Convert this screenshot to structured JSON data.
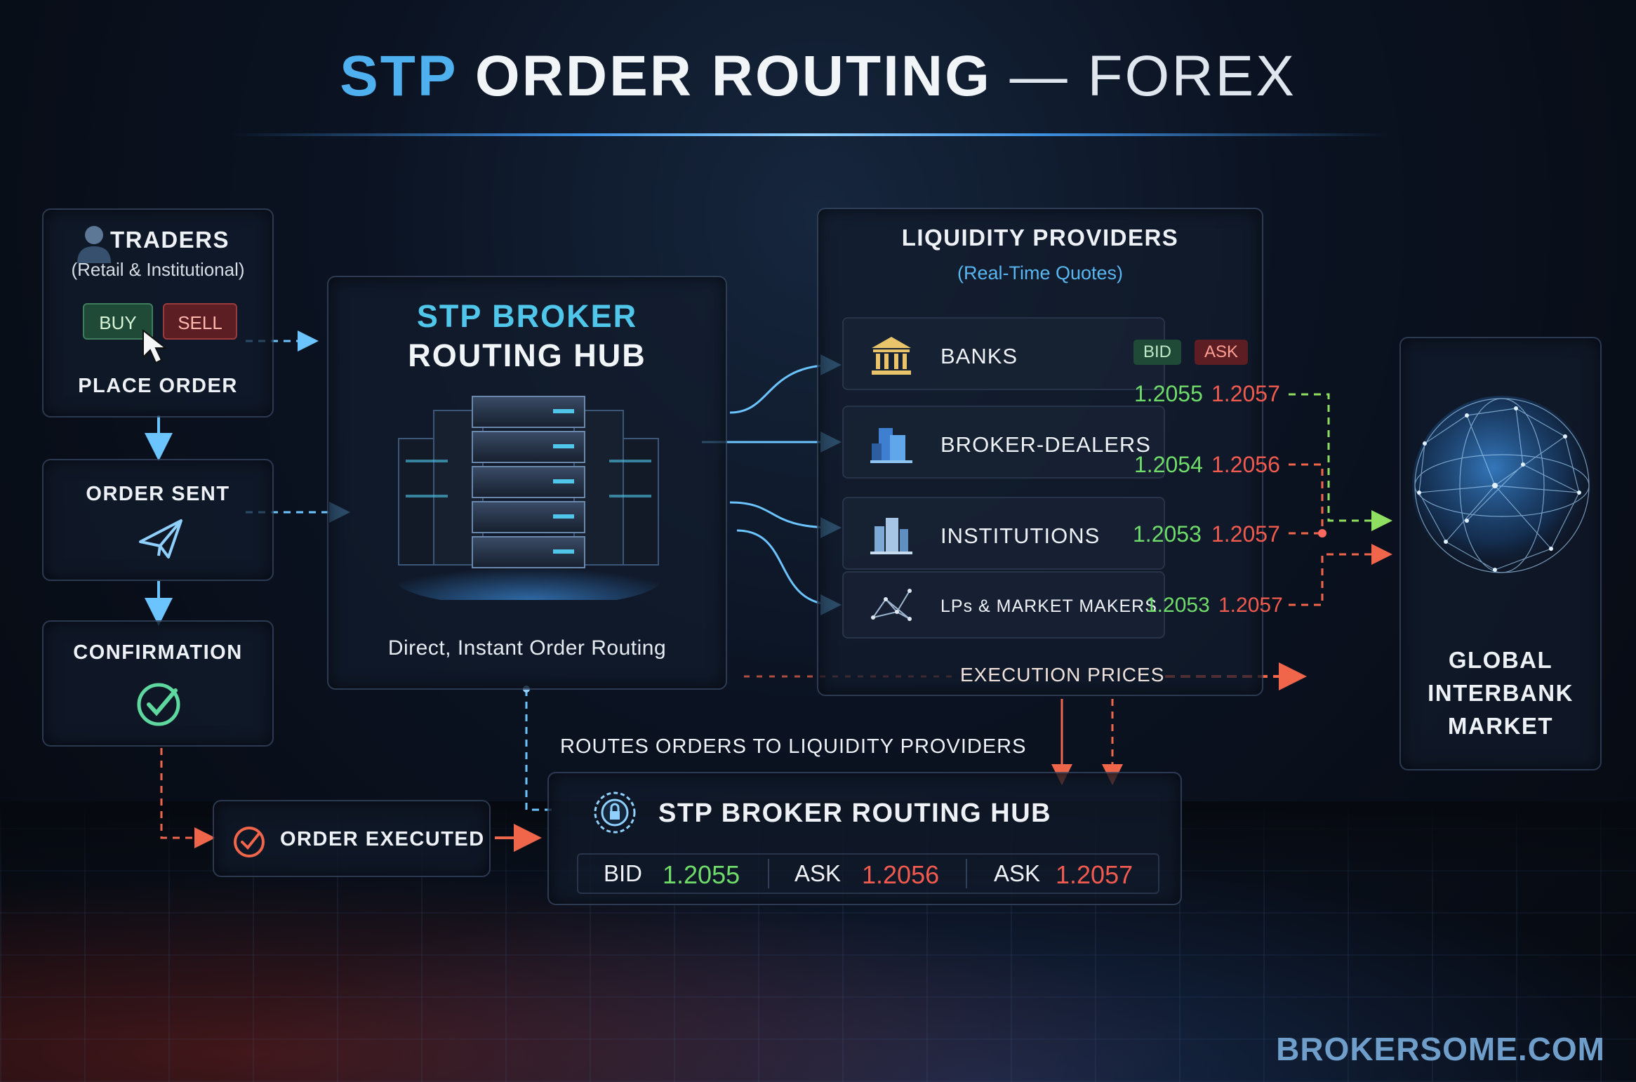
{
  "title": {
    "stp": "STP",
    "main": "ORDER ROUTING",
    "dash": "—",
    "forex": "FOREX"
  },
  "traders": {
    "heading": "TRADERS",
    "subheading": "(Retail & Institutional)",
    "buy_label": "BUY",
    "sell_label": "SELL",
    "place_order": "PLACE ORDER"
  },
  "order_sent": {
    "label": "ORDER SENT"
  },
  "confirmation": {
    "label": "CONFIRMATION"
  },
  "order_executed": {
    "label": "ORDER EXECUTED"
  },
  "hub": {
    "title_line1": "STP BROKER",
    "title_line2": "ROUTING HUB",
    "caption": "Direct, Instant Order Routing"
  },
  "liquidity": {
    "heading": "LIQUIDITY PROVIDERS",
    "subheading": "(Real-Time Quotes)",
    "bid_label": "BID",
    "ask_label": "ASK",
    "providers": [
      {
        "name": "BANKS",
        "bid": "1.2055",
        "ask": "1.2057",
        "icon": "bank-icon"
      },
      {
        "name": "BROKER-DEALERS",
        "bid": "1.2054",
        "ask": "1.2056",
        "icon": "buildings-icon"
      },
      {
        "name": "INSTITUTIONS",
        "bid": "1.2053",
        "ask": "1.2057",
        "icon": "office-tower-icon"
      },
      {
        "name": "LPs & MARKET MAKERS",
        "bid": "1.2053",
        "ask": "1.2057",
        "icon": "network-icon"
      }
    ]
  },
  "execution_prices": {
    "label": "EXECUTION PRICES"
  },
  "routes_label": "ROUTES ORDERS TO LIQUIDITY PROVIDERS",
  "bottom_hub": {
    "title": "STP BROKER ROUTING HUB",
    "quotes": [
      {
        "label": "BID",
        "value": "1.2055",
        "color": "green"
      },
      {
        "label": "ASK",
        "value": "1.2056",
        "color": "red"
      },
      {
        "label": "ASK",
        "value": "1.2057",
        "color": "red"
      }
    ]
  },
  "global_market": {
    "line1": "GLOBAL",
    "line2": "INTERBANK",
    "line3": "MARKET"
  },
  "brand": "BROKERSOME.COM",
  "colors": {
    "accent_blue": "#4fb0f0",
    "bid_green": "#6fdc6a",
    "ask_red": "#f15a4e",
    "arrow_orange": "#f0664a"
  }
}
